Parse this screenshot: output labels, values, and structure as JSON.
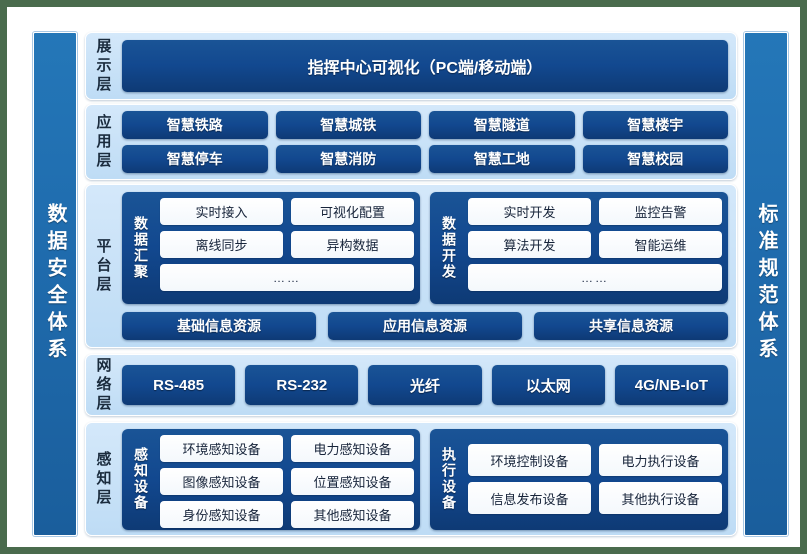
{
  "pillars": {
    "left": "数据安全体系",
    "right": "标准规范体系"
  },
  "colors": {
    "pillar": "#1f6bad",
    "card_navy": "#12488f",
    "band_light": "#cfe5f7",
    "outer_background": "#4a6b4d",
    "white_card": "#ffffff"
  },
  "layers": [
    {
      "label": "展示层",
      "cards": [
        "指挥中心可视化（PC端/移动端）"
      ]
    },
    {
      "label": "应用层",
      "rows": [
        [
          "智慧铁路",
          "智慧城铁",
          "智慧隧道",
          "智慧楼宇"
        ],
        [
          "智慧停车",
          "智慧消防",
          "智慧工地",
          "智慧校园"
        ]
      ]
    },
    {
      "label": "平台层",
      "groups": [
        {
          "title": "数据汇聚",
          "rows": [
            [
              "实时接入",
              "可视化配置"
            ],
            [
              "离线同步",
              "异构数据"
            ],
            [
              "……"
            ]
          ]
        },
        {
          "title": "数据开发",
          "rows": [
            [
              "实时开发",
              "监控告警"
            ],
            [
              "算法开发",
              "智能运维"
            ],
            [
              "……"
            ]
          ]
        }
      ],
      "resources": [
        "基础信息资源",
        "应用信息资源",
        "共享信息资源"
      ]
    },
    {
      "label": "网络层",
      "cards": [
        "RS-485",
        "RS-232",
        "光纤",
        "以太网",
        "4G/NB-IoT"
      ]
    },
    {
      "label": "感知层",
      "groups": [
        {
          "title": "感知设备",
          "rows": [
            [
              "环境感知设备",
              "电力感知设备"
            ],
            [
              "图像感知设备",
              "位置感知设备"
            ],
            [
              "身份感知设备",
              "其他感知设备"
            ]
          ]
        },
        {
          "title": "执行设备",
          "rows": [
            [
              "环境控制设备",
              "电力执行设备"
            ],
            [
              "信息发布设备",
              "其他执行设备"
            ]
          ]
        }
      ]
    }
  ]
}
